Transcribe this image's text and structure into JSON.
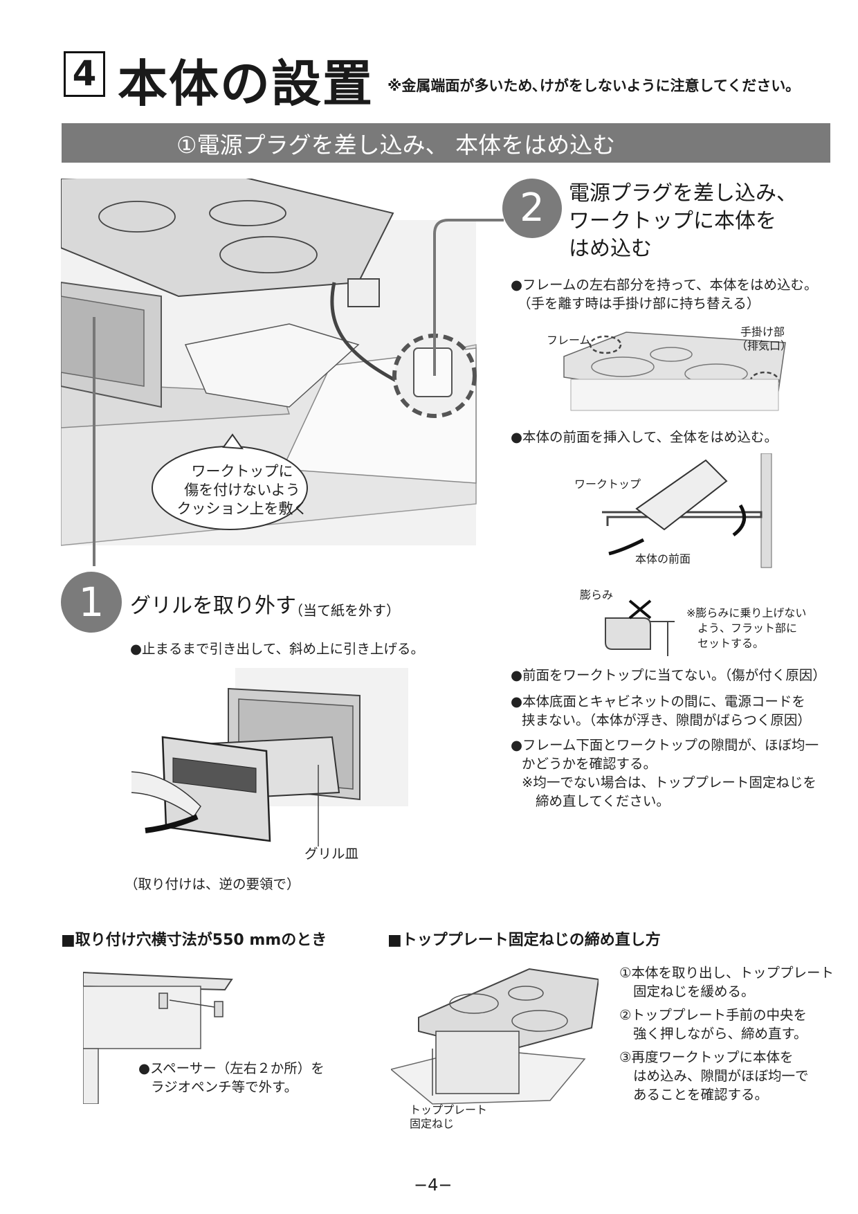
{
  "header": {
    "section_number": "4",
    "section_title": "本体の設置",
    "caution_note": "※金属端面が多いため､けがをしないように注意してください｡"
  },
  "band": {
    "label": "①電源プラグを差し込み、 本体をはめ込む"
  },
  "main_figure": {
    "callout": [
      "ワークトップに",
      "傷を付けないよう",
      "クッション上を敷く"
    ]
  },
  "step2": {
    "number": "2",
    "title": [
      "電源プラグを差し込み、",
      "ワークトップに本体を",
      "はめ込む"
    ],
    "bullet1": [
      "●フレームの左右部分を持って、本体をはめ込む。",
      "（手を離す時は手掛け部に持ち替える）"
    ],
    "fig1_labels": {
      "frame": "フレーム",
      "handhold": [
        "手掛け部",
        "（排気口）"
      ]
    },
    "bullet2": "●本体の前面を挿入して、全体をはめ込む。",
    "fig2_labels": {
      "worktop": "ワークトップ",
      "front": "本体の前面"
    },
    "fig3_labels": {
      "bulge": "膨らみ",
      "note": [
        "※膨らみに乗り上げない",
        "よう、フラット部に",
        "セットする。"
      ]
    },
    "bullet3": "●前面をワークトップに当てない。（傷が付く原因）",
    "bullet4": [
      "●本体底面とキャビネットの間に、電源コードを",
      "挟まない。（本体が浮き、隙間がばらつく原因）"
    ],
    "bullet5": [
      "●フレーム下面とワークトップの隙間が、ほぼ均一",
      "かどうかを確認する。",
      "※均一でない場合は、トッププレート固定ねじを",
      "締め直してください。"
    ]
  },
  "step1": {
    "number": "1",
    "title": "グリルを取り外す",
    "title_note": "（当て紙を外す）",
    "bullet": "●止まるまで引き出して、斜め上に引き上げる。",
    "grill_label": "グリル皿",
    "reinstall_note": "（取り付けは、逆の要領で）"
  },
  "bottom_left": {
    "heading": "■取り付け穴横寸法が550 mmのとき",
    "text": [
      "●スペーサー（左右２か所）を",
      "ラジオペンチ等で外す。"
    ]
  },
  "bottom_right": {
    "heading": "■トッププレート固定ねじの締め直し方",
    "screw_label": [
      "トッププレート",
      "固定ねじ"
    ],
    "steps": [
      "①本体を取り出し、トッププレート",
      "固定ねじを緩める。",
      "②トッププレート手前の中央を",
      "強く押しながら、締め直す。",
      "③再度ワークトップに本体を",
      "はめ込み、隙間がほぼ均一で",
      "あることを確認する。"
    ]
  },
  "footer": {
    "page_number": "−4−"
  }
}
